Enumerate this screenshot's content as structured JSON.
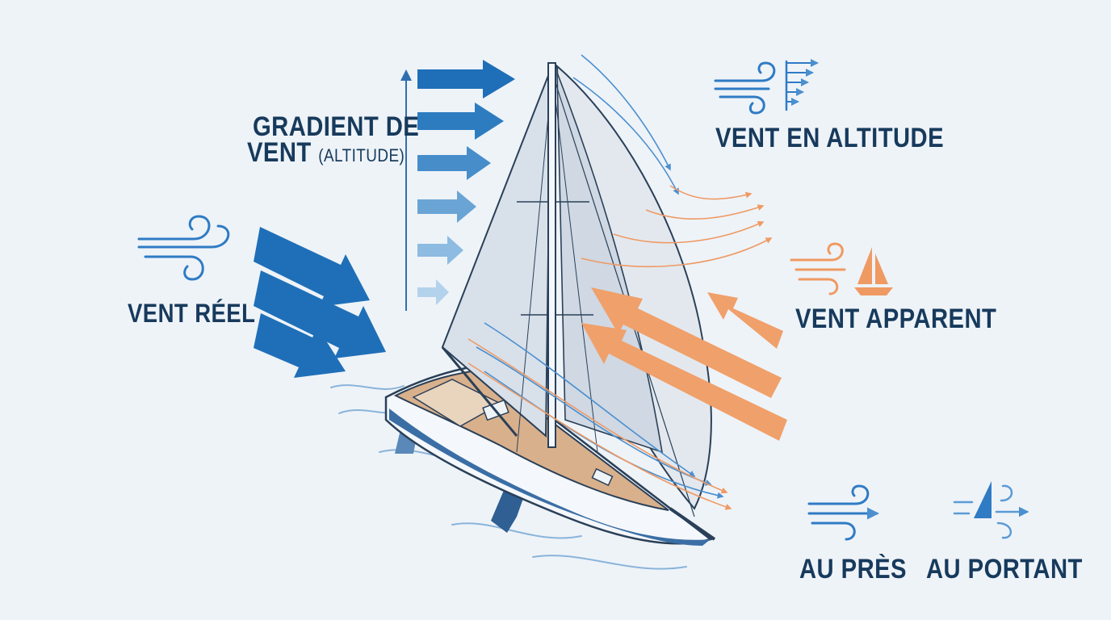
{
  "colors": {
    "background": "#eef3f8",
    "text": "#173a5c",
    "true_wind_blue": "#1f6fb8",
    "apparent_wind_orange": "#f0a06a",
    "hull_line": "#2a4058",
    "deck": "#d9b08c",
    "sail": "#dde4ec"
  },
  "labels": {
    "gradient_line1": "GRADIENT DE",
    "gradient_line2_main": "VENT",
    "gradient_line2_small": "(ALTITUDE)",
    "altitude_wind": "VENT EN ALTITUDE",
    "true_wind": "VENT RÉEL",
    "apparent_wind": "VENT APPARENT",
    "close_hauled": "AU PRÈS",
    "downwind": "AU PORTANT"
  },
  "icons": {
    "true_wind": "wind-gust-icon",
    "altitude_wind": "wind-gradient-icon",
    "apparent_wind": "wind-sailboat-icon",
    "close_hauled": "wind-arrow-icon",
    "downwind": "sail-wind-icon"
  }
}
